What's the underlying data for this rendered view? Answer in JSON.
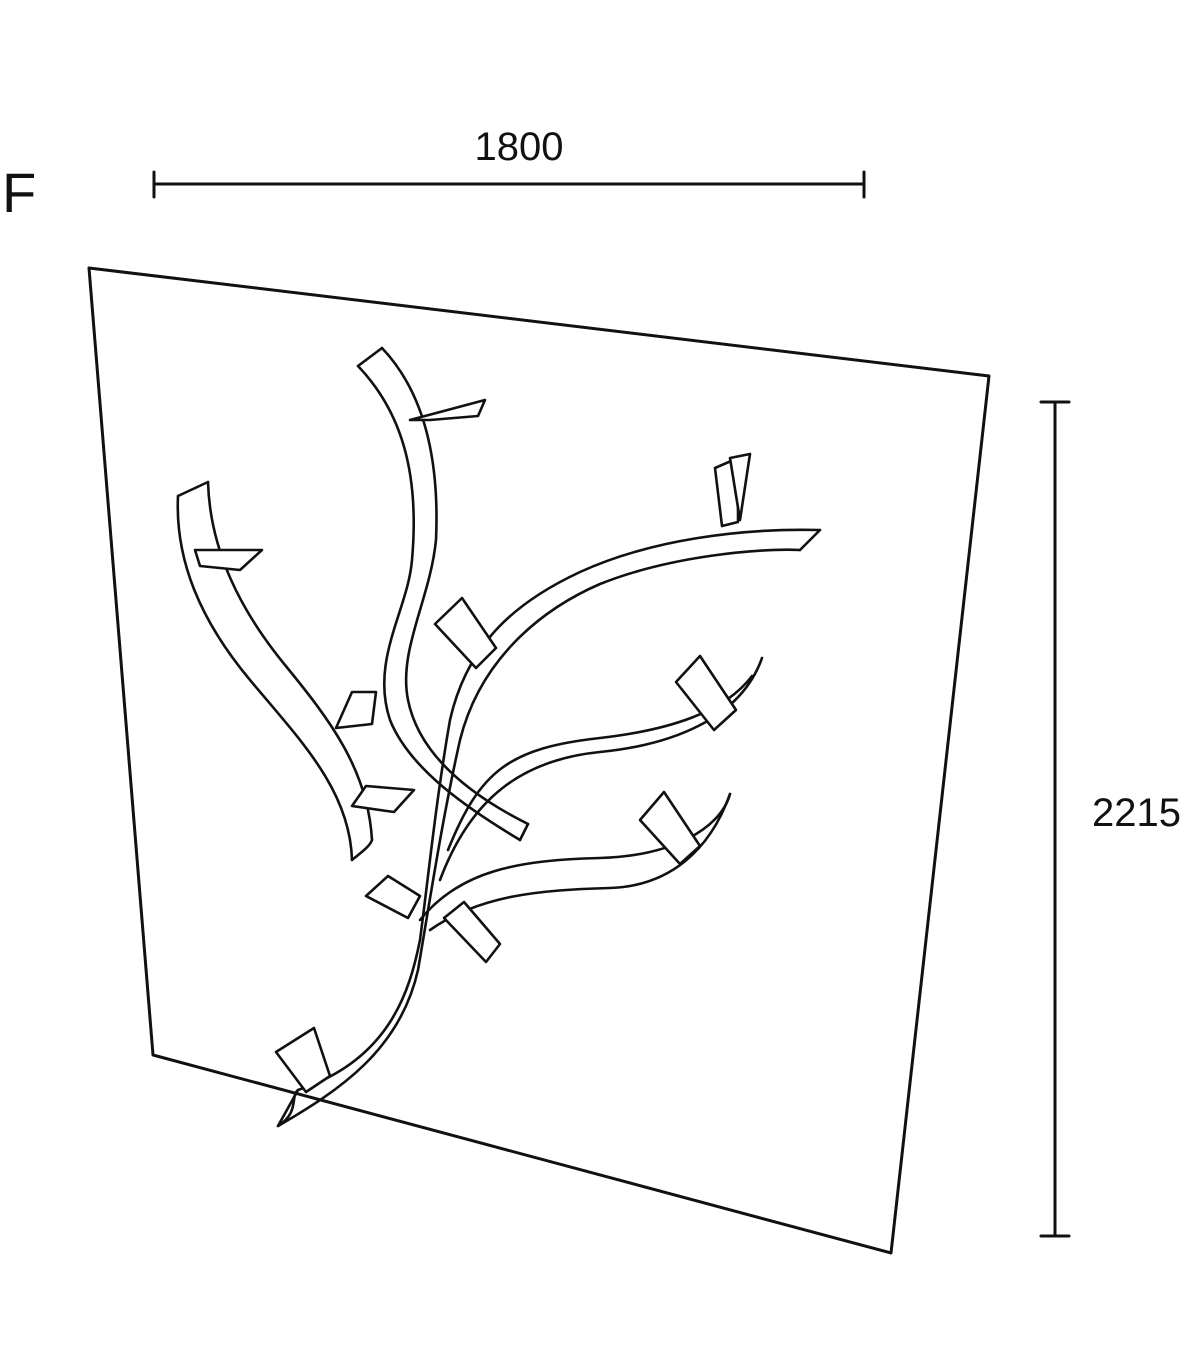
{
  "diagram": {
    "variant_letter": "F",
    "width_label": "1800",
    "height_label": "2215"
  }
}
